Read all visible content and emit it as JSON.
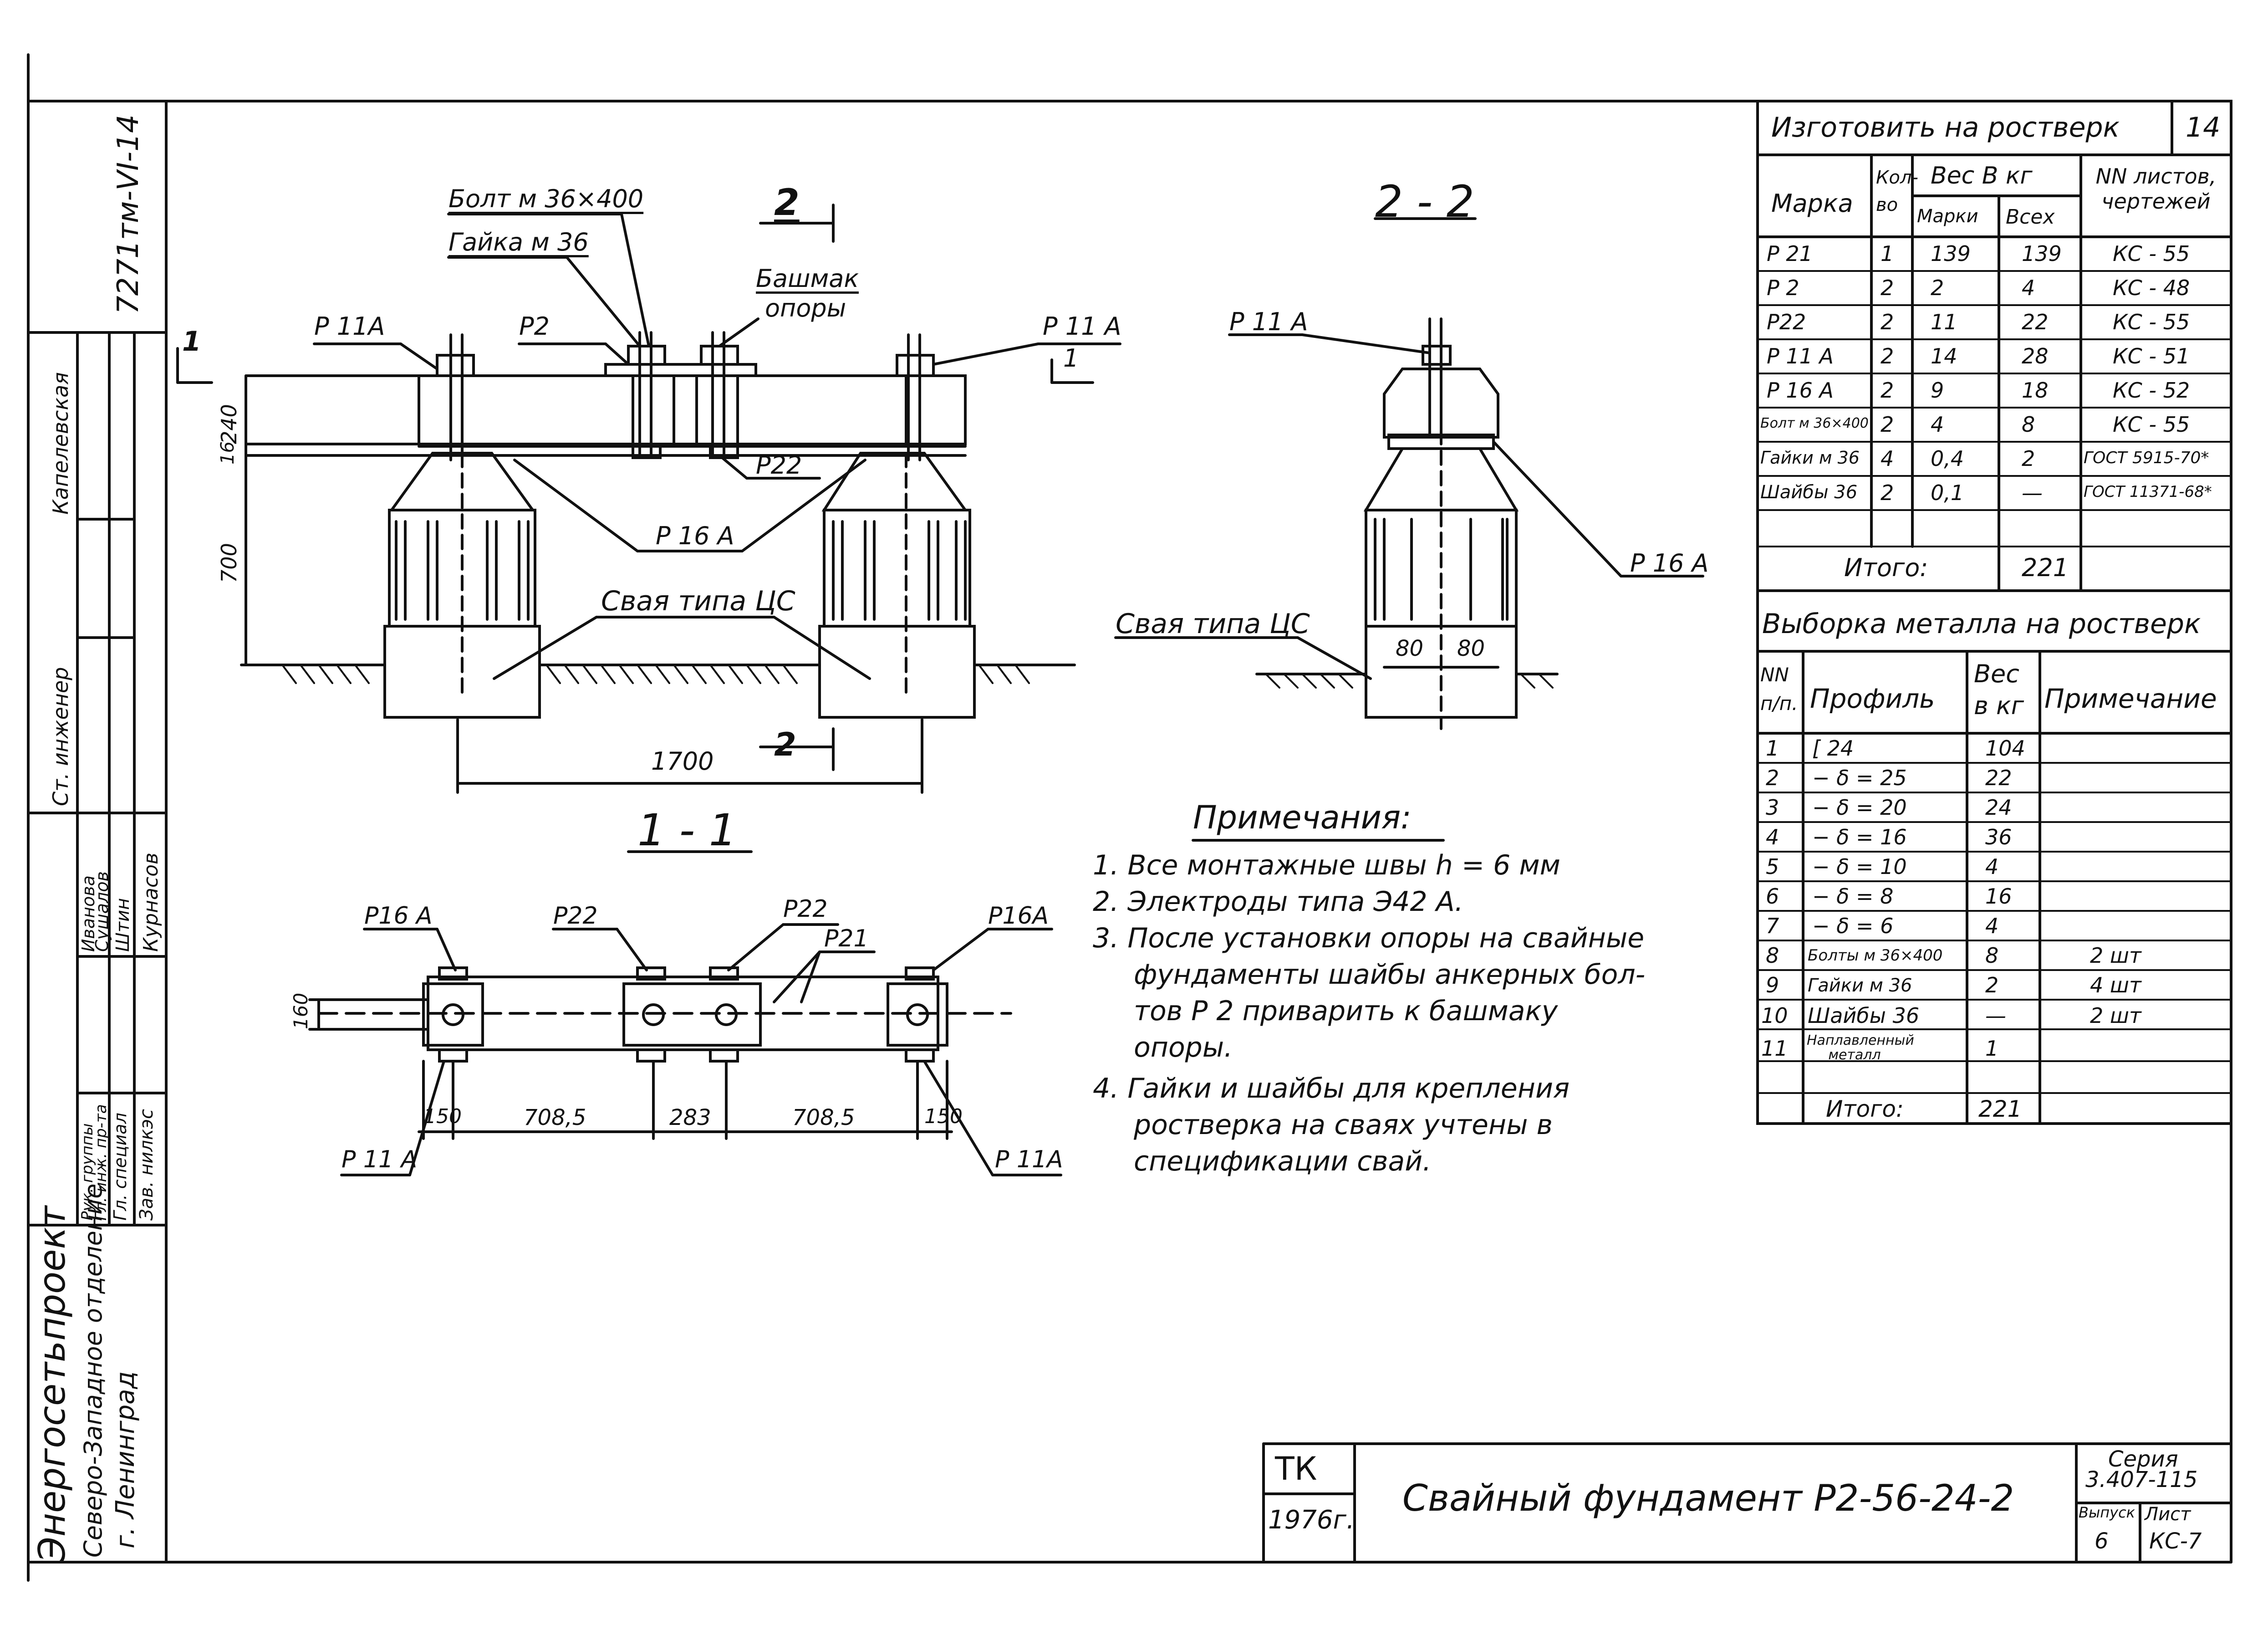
{
  "drawing": {
    "labels": {
      "section_2_arrow": "2",
      "bolt": "Болт м 36×400",
      "nut": "Гайка м 36",
      "shoe": "Башмак",
      "shoe2": "опоры",
      "p11a_left": "Р 11А",
      "p2": "Р2",
      "p11a_right": "Р 11 А",
      "p22": "Р22",
      "p16a": "Р 16 А",
      "pile_left": "Свая типа ЦС",
      "section_1_arrow": "1",
      "section_1_arrow_r": "1",
      "dim_240": "240",
      "dim_16": "16",
      "dim_700": "700",
      "dim_1700": "1700",
      "section_2_bottom": "2"
    },
    "section_2_2": {
      "title": "2 - 2",
      "p11a": "Р 11 А",
      "p16a": "Р 16 А",
      "pile": "Свая типа ЦС",
      "dim_80a": "80",
      "dim_80b": "80"
    },
    "section_1_1": {
      "title": "1 - 1",
      "p16a_left": "Р16 А",
      "p22_left": "Р22",
      "p22_right": "Р22",
      "p21": "Р21",
      "p16a_right": "Р16А",
      "p11a_left": "Р 11 А",
      "p11a_right": "Р 11А",
      "dim_160": "160",
      "dim_150a": "150",
      "dim_708a": "708,5",
      "dim_283": "283",
      "dim_708b": "708,5",
      "dim_150b": "150"
    }
  },
  "notes": {
    "title": "Примечания:",
    "items": [
      "1. Все монтажные швы h = 6 мм",
      "2. Электроды типа Э42 А.",
      "3. После установки опоры на свайные",
      "фундаменты шайбы анкерных бол-",
      "тов Р 2 приварить к башмаку",
      "опоры.",
      "4. Гайки и шайбы для крепления",
      "ростверка на сваях учтены в",
      "спецификации свай."
    ]
  },
  "spec_table": {
    "title": "Изготовить на ростверк",
    "sheet_no": "14",
    "headers": {
      "mark": "Марка",
      "qty": "Кол-во",
      "weight": "Вес В кг",
      "w_mark": "Марки",
      "w_all": "Всех",
      "sheets": "NN листов, чертежей"
    },
    "rows": [
      [
        "Р 21",
        "1",
        "139",
        "139",
        "КС - 55"
      ],
      [
        "Р 2",
        "2",
        "2",
        "4",
        "КС - 48"
      ],
      [
        "Р22",
        "2",
        "11",
        "22",
        "КС - 55"
      ],
      [
        "Р 11 А",
        "2",
        "14",
        "28",
        "КС - 51"
      ],
      [
        "Р 16 А",
        "2",
        "9",
        "18",
        "КС - 52"
      ],
      [
        "Болт м 36×400",
        "2",
        "4",
        "8",
        "КС - 55"
      ],
      [
        "Гайки м 36",
        "4",
        "0,4",
        "2",
        "ГОСТ 5915-70*"
      ],
      [
        "Шайбы 36",
        "2",
        "0,1",
        "—",
        "ГОСТ 11371-68*"
      ],
      [
        "",
        "",
        "",
        "",
        ""
      ]
    ],
    "total_label": "Итого:",
    "total_value": "221"
  },
  "metal_table": {
    "title": "Выборка металла на ростверк",
    "headers": {
      "no": "NN п/п.",
      "profile": "Профиль",
      "weight": "Вес в кг",
      "note": "Примечание"
    },
    "rows": [
      [
        "1",
        "[ 24",
        "104",
        ""
      ],
      [
        "2",
        "− δ = 25",
        "22",
        ""
      ],
      [
        "3",
        "− δ = 20",
        "24",
        ""
      ],
      [
        "4",
        "− δ = 16",
        "36",
        ""
      ],
      [
        "5",
        "− δ = 10",
        "4",
        ""
      ],
      [
        "6",
        "− δ = 8",
        "16",
        ""
      ],
      [
        "7",
        "− δ = 6",
        "4",
        ""
      ],
      [
        "8",
        "Болты м 36×400",
        "8",
        "2 шт"
      ],
      [
        "9",
        "Гайки м 36",
        "2",
        "4 шт"
      ],
      [
        "10",
        "Шайбы 36",
        "—",
        "2 шт"
      ],
      [
        "11",
        "Наплавленный металл",
        "1",
        ""
      ]
    ],
    "total_label": "Итого:",
    "total_value": "221"
  },
  "left_stamp": {
    "doc_code": "7271тм-VI-14",
    "org1": "Энергосетьпроект",
    "org2": "Северо-Западное отделение",
    "org3": "г. Ленинград",
    "roles": [
      "Зав. нилкэс",
      "Гл. специал",
      "Гл. инж. пр-та",
      "Рук. группы"
    ],
    "names": [
      "Курнасов",
      "Штин",
      "Сушалов",
      "Иванова"
    ],
    "role_top": "Ст. инженер",
    "name_top": "Капелевская"
  },
  "title_block": {
    "org": "ТК",
    "year": "1976г.",
    "title": "Свайный фундамент Р2-56-24-2",
    "series_label": "Серия",
    "series": "3.407-115",
    "issue_label": "Выпуск",
    "sheet_label": "Лист",
    "issue": "6",
    "sheet": "КС-7"
  }
}
